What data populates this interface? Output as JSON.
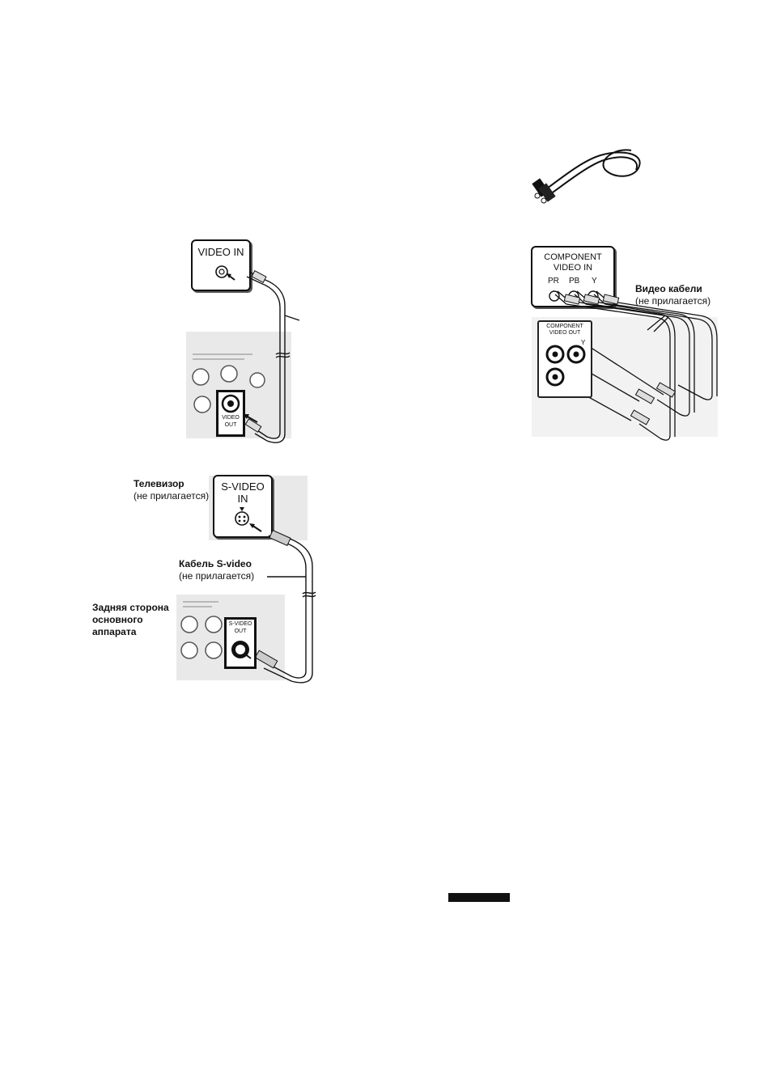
{
  "diagram1": {
    "tv_jack_label": "VIDEO IN",
    "out_jack_label_line1": "VIDEO",
    "out_jack_label_line2": "OUT"
  },
  "diagram2": {
    "tv_label": "Телевизор",
    "tv_note": "(не прилагается)",
    "tv_jack_line1": "S-VIDEO",
    "tv_jack_line2": "IN",
    "cable_label": "Кабель S-video",
    "cable_note": "(не прилагается)",
    "rear_line1": "Задняя сторона",
    "rear_line2": "основного",
    "rear_line3": "аппарата",
    "out_jack_line1": "S-VIDEO",
    "out_jack_line2": "OUT"
  },
  "diagram3": {
    "tv_jack_line1": "COMPONENT",
    "tv_jack_line2": "VIDEO IN",
    "pr_label": "PR",
    "pb_label": "PB",
    "y_label": "Y",
    "cables_label": "Видео кабели",
    "cables_note": "(не прилагается)",
    "out_line1": "COMPONENT",
    "out_line2": "VIDEO OUT",
    "out_y": "Y"
  }
}
